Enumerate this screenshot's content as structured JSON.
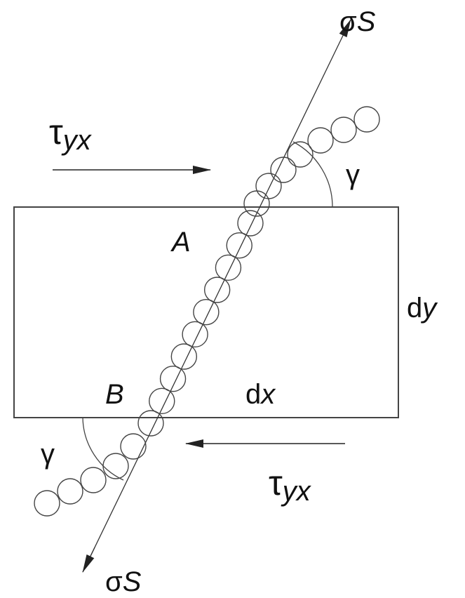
{
  "labels": {
    "sigma_top": "σ",
    "s_top": "S",
    "tau_top": "τ",
    "tau_top_sub": "yx",
    "point_a": "A",
    "point_b": "B",
    "dy_d": "d",
    "dy_y": "y",
    "dx_d": "d",
    "dx_x": "x",
    "gamma_top": "γ",
    "gamma_bottom": "γ",
    "tau_bottom": "τ",
    "tau_bottom_sub": "yx",
    "sigma_bottom": "σ",
    "s_bottom": "S"
  },
  "colors": {
    "stroke": "#333333",
    "text": "#111111"
  }
}
